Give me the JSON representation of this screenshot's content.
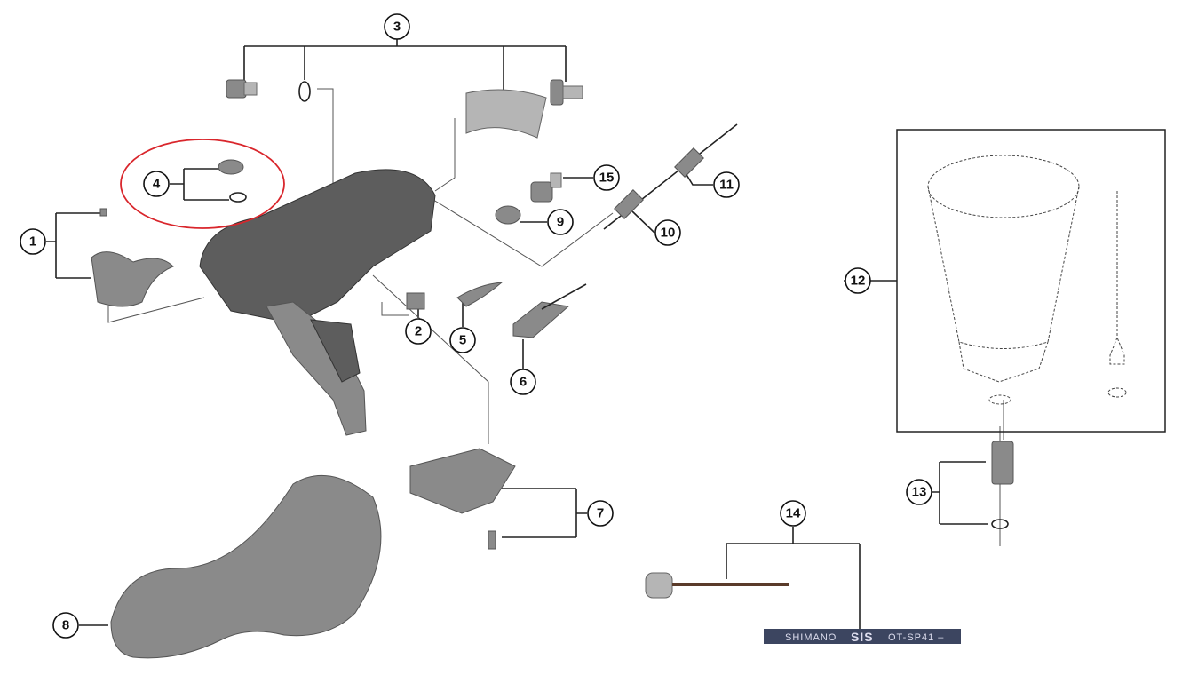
{
  "callouts": [
    "1",
    "2",
    "3",
    "4",
    "5",
    "6",
    "7",
    "8",
    "9",
    "10",
    "11",
    "12",
    "13",
    "14",
    "15"
  ],
  "cable_label": {
    "brand": "SHIMANO",
    "system": "SIS",
    "model": "OT-SP41 –"
  },
  "colors": {
    "highlight": "#d9262c",
    "part_gray": "#8a8a8a",
    "cable": "#3c4560"
  }
}
